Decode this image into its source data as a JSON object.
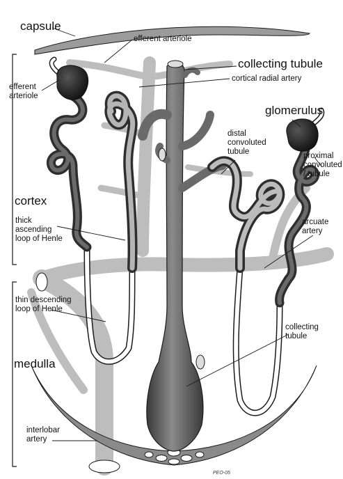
{
  "labels": {
    "capsule": "capsule",
    "efferent_arteriole_top": "efferent arteriole",
    "collecting_tubule_top": "collecting tubule",
    "cortical_radial_artery": "cortical radial artery",
    "efferent_arteriole_left": "efferent\narteriole",
    "glomerulus": "glomerulus",
    "distal_convoluted_tubule": "distal\nconvoluted\ntubule",
    "proximal_convoluted_tubule": "proximal\nconvoluted\n/ tubule",
    "cortex": "cortex",
    "thick_ascending_loop": "thick\nascending\nloop of Henle",
    "arcuate_artery": "arcuate\nartery",
    "thin_descending_loop": "thin descending\nloop of Henle",
    "collecting_tubule_bottom": "collecting\ntubule",
    "medulla": "medulla",
    "interlobar_artery": "interlobar\nartery",
    "credit": "PEO-05"
  },
  "colors": {
    "vessel_gray": "#bdbdbd",
    "tubule_dark": "#4a4a4a",
    "tubule_mid": "#7a7a7a",
    "glomerulus": "#1e1e1e",
    "thin_loop": "#ffffff",
    "outline": "#1a1a1a"
  }
}
